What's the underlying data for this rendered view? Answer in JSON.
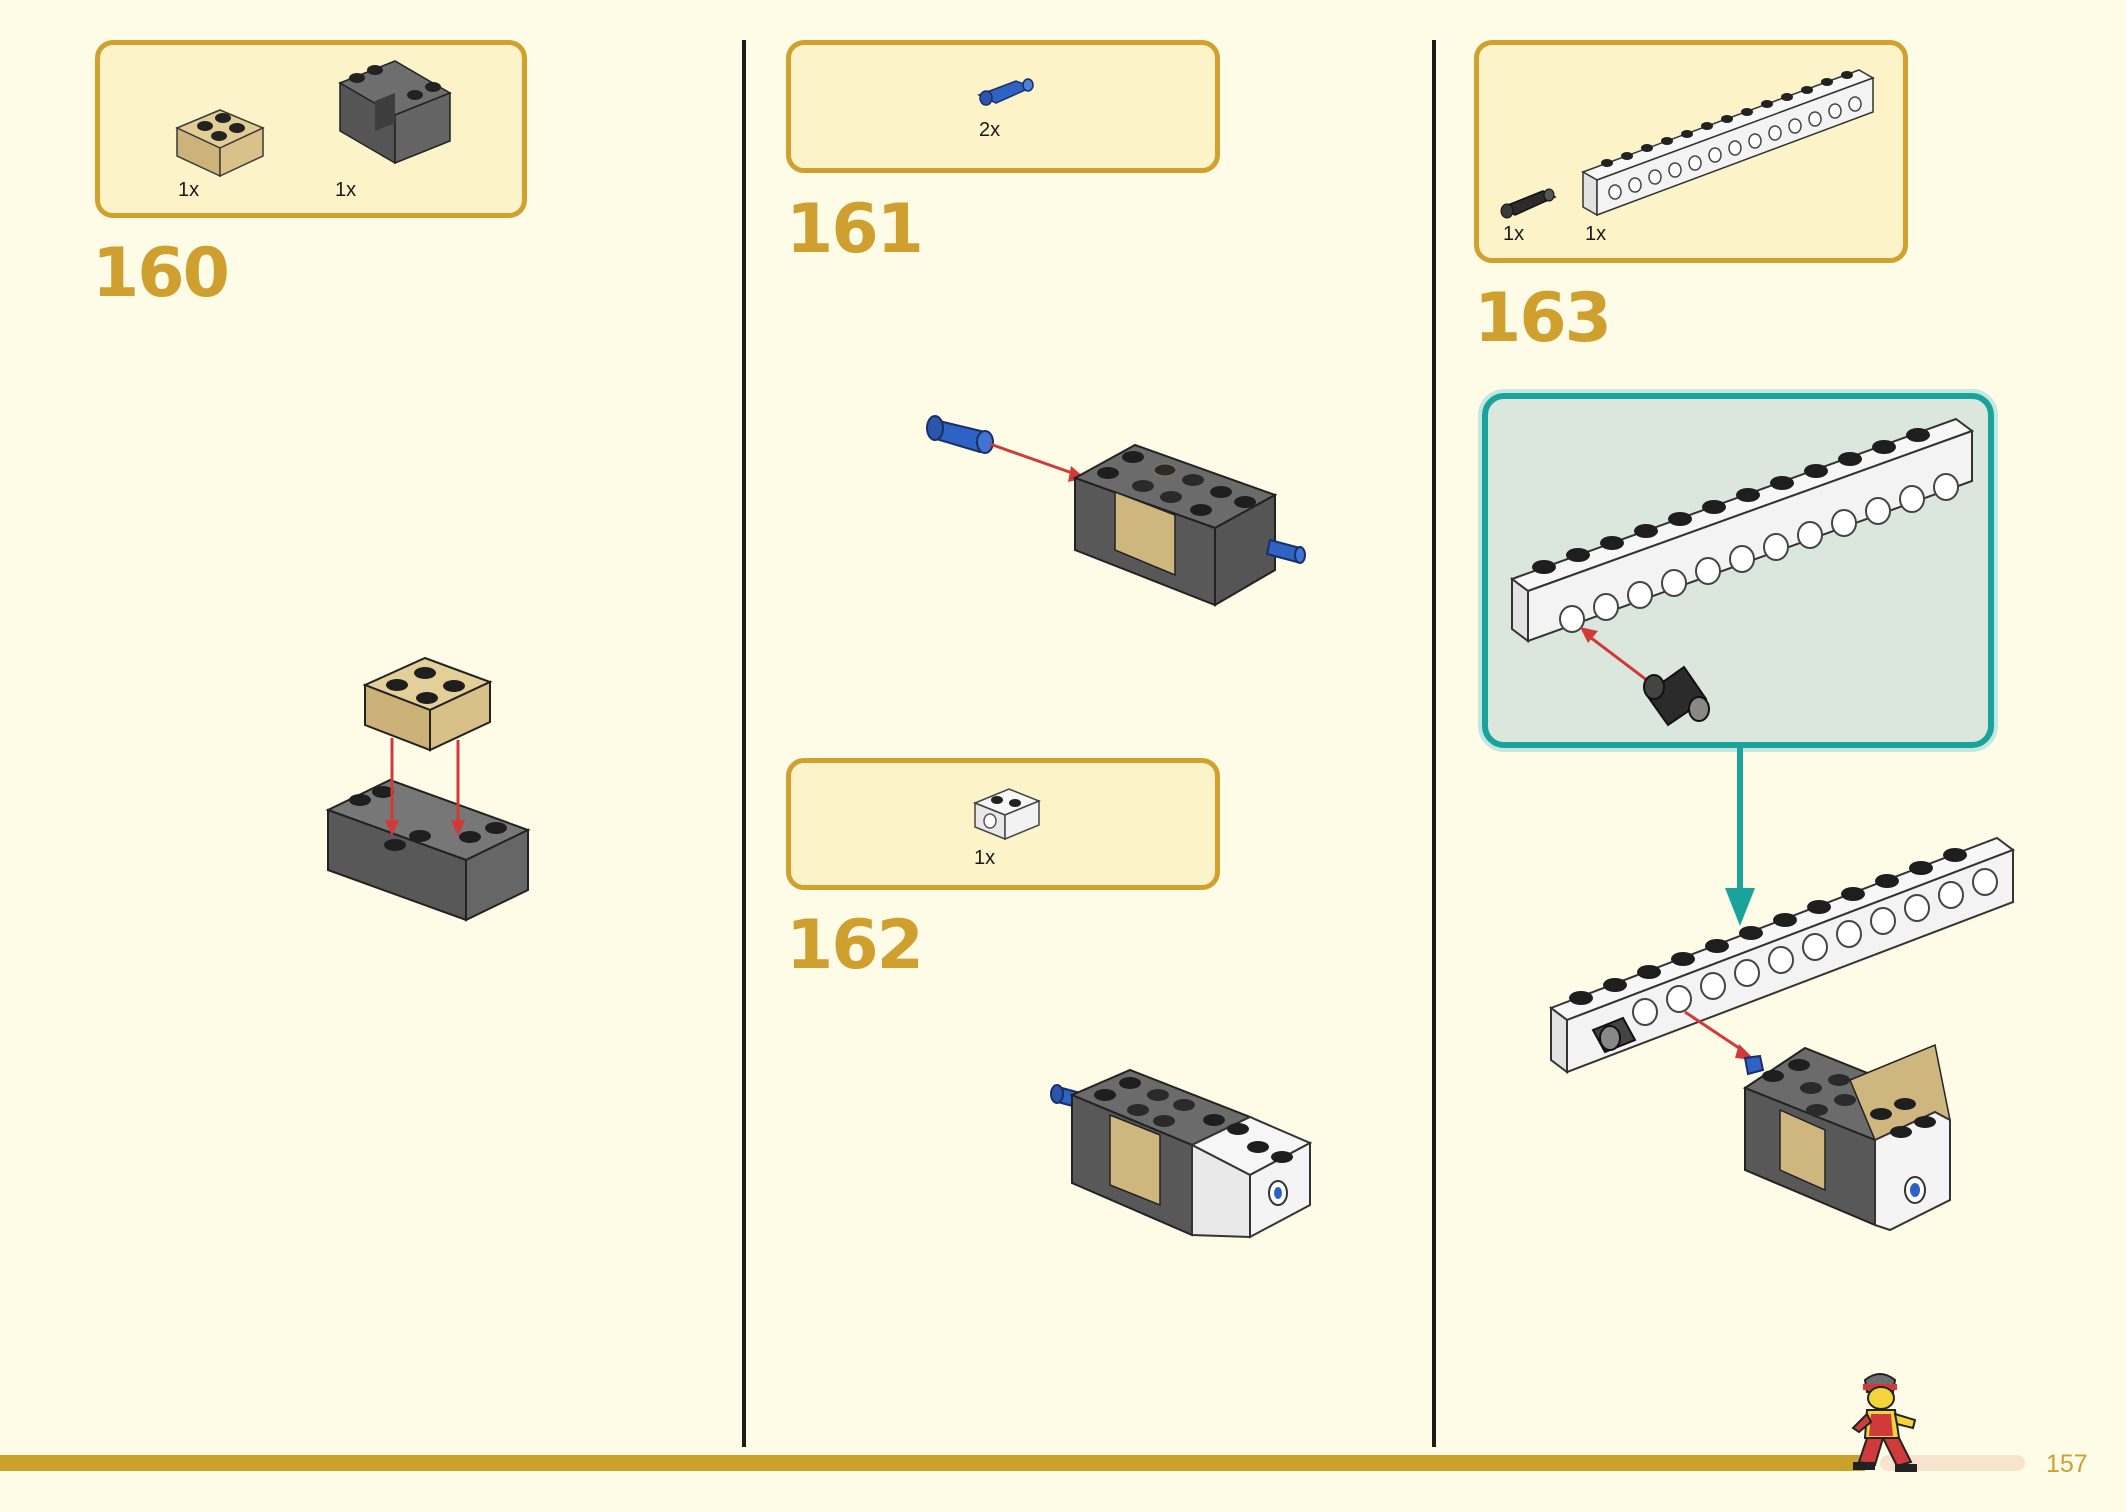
{
  "page": {
    "number": "157"
  },
  "steps": [
    {
      "number": "160",
      "parts": [
        {
          "name": "tan-brick-2x2",
          "qty": "1x"
        },
        {
          "name": "dark-gray-technic-brick-u",
          "qty": "1x"
        }
      ]
    },
    {
      "number": "161",
      "parts": [
        {
          "name": "blue-axle-pin",
          "qty": "2x"
        }
      ]
    },
    {
      "number": "162",
      "parts": [
        {
          "name": "white-technic-brick-1x2",
          "qty": "1x"
        }
      ]
    },
    {
      "number": "163",
      "parts": [
        {
          "name": "black-friction-pin",
          "qty": "1x"
        },
        {
          "name": "white-technic-beam-1x14",
          "qty": "1x"
        }
      ]
    }
  ],
  "colors": {
    "gold": "#cfa02f",
    "teal": "#1aa39a",
    "arrow": "#d13a3a",
    "background": "#fefce6"
  },
  "icons": [
    "minifigure-runner-icon"
  ]
}
